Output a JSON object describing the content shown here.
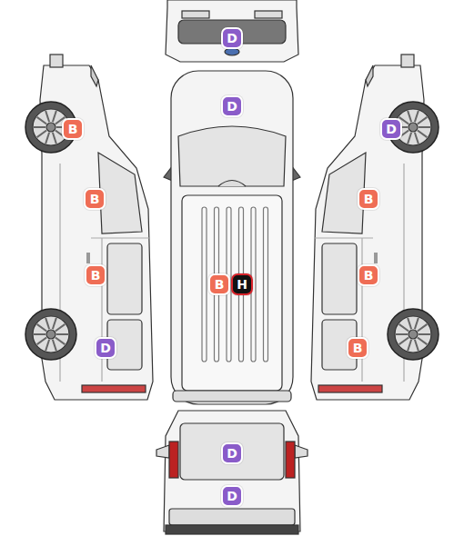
{
  "diagram": {
    "nodes": [
      {
        "text": [
          "D"
        ]
      },
      {
        "text": [
          "D"
        ]
      },
      {
        "text": [
          "B"
        ]
      },
      {
        "text": [
          "D"
        ]
      },
      {
        "text": [
          "B"
        ]
      },
      {
        "text": [
          "B"
        ]
      },
      {
        "text": [
          "B"
        ]
      },
      {
        "text": [
          "B"
        ]
      },
      {
        "text": [
          "B"
        ]
      },
      {
        "text": [
          "H"
        ]
      },
      {
        "text": [
          "D"
        ]
      },
      {
        "text": [
          "B"
        ]
      },
      {
        "text": [
          "D"
        ]
      },
      {
        "text": [
          "D"
        ]
      }
    ]
  }
}
